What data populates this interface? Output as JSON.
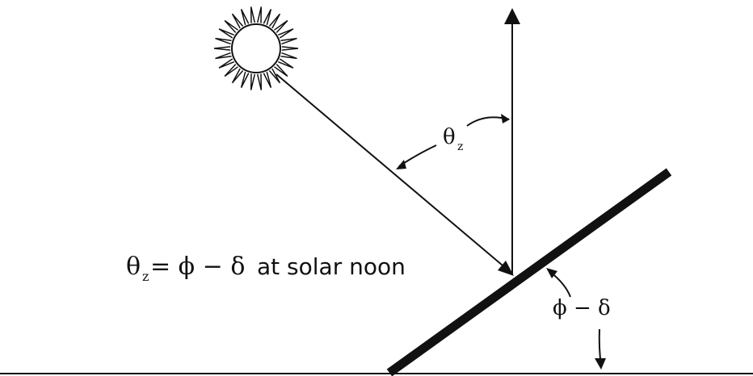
{
  "diagram": {
    "zenith_angle_symbol": "θ",
    "zenith_angle_subscript": "z",
    "tilt_angle_label": "ϕ − δ",
    "equation": {
      "lhs_symbol": "θ",
      "lhs_subscript": "z",
      "rhs": " = ϕ − δ",
      "condition": "at solar noon"
    }
  },
  "colors": {
    "ink": "#111111",
    "background": "#ffffff"
  },
  "icons": [
    "sun-icon",
    "arrowhead-icon"
  ]
}
